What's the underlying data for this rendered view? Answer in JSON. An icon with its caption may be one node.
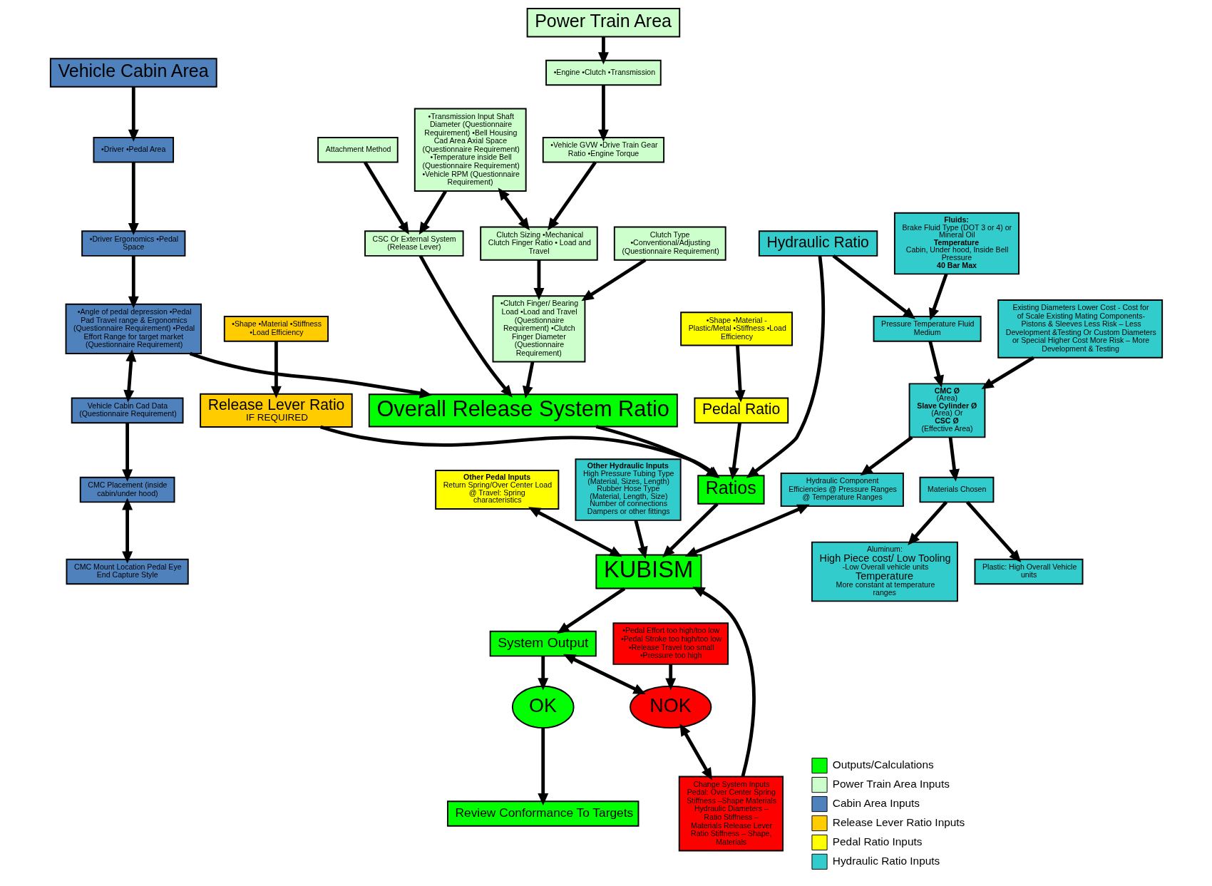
{
  "diagram": {
    "nodes": [
      {
        "text": [
          "Power Train Area"
        ]
      },
      {
        "text": [
          "•Engine •Clutch •Transmission"
        ]
      },
      {
        "text": [
          "•Vehicle GVW •Drive Train Gear Ratio •Engine Torque"
        ]
      },
      {
        "text": [
          "•Transmission Input Shaft Diameter (Questionnaire Requirement) •Bell Housing Cad Area Axial Space (Questionnaire Requirement) •Temperature inside Bell (Questionnaire Requirement) •Vehicle RPM (Questionnaire Requirement)"
        ]
      },
      {
        "text": [
          "Clutch Sizing •Mechanical Clutch Finger Ratio • Load and Travel"
        ]
      },
      {
        "text": [
          "CSC Or External System (Release Lever)"
        ]
      },
      {
        "text": [
          "Attachment Method"
        ]
      },
      {
        "text": [
          "•Clutch Finger/ Bearing Load •Load and Travel (Questionnaire Requirement) •Clutch Finger Diameter (Questionnaire Requirement)"
        ]
      },
      {
        "text": [
          "Clutch Type •Conventional/Adjusting (Questionnaire Requirement)"
        ]
      },
      {
        "text": [
          "Vehicle Cabin Area"
        ]
      },
      {
        "text": [
          "•Driver •Pedal Area"
        ]
      },
      {
        "text": [
          "•Driver Ergonomics •Pedal Space"
        ]
      },
      {
        "text": [
          "•Angle of pedal depression •Pedal Pad Travel range & Ergonomics (Questionnaire Requirement) •Pedal Effort Range for target market (Questionnaire Requirement)"
        ]
      },
      {
        "text": [
          "Vehicle Cabin Cad Data (Questionnaire Requirement)"
        ]
      },
      {
        "text": [
          "CMC Placement (inside cabin/under hood)"
        ]
      },
      {
        "text": [
          "CMC Mount Location Pedal Eye End Capture Style"
        ]
      },
      {
        "text": [
          "Overall Release System Ratio"
        ]
      },
      {
        "text": [
          "Release Lever Ratio",
          "IF REQUIRED"
        ]
      },
      {
        "text": [
          "Pedal Ratio"
        ]
      },
      {
        "text": [
          "Ratios"
        ]
      },
      {
        "text": [
          "Hydraulic Ratio"
        ]
      },
      {
        "text": [
          "Other Pedal Inputs",
          "Return Spring/Over Center Load @ Travel: Spring characteristics"
        ]
      },
      {
        "text": [
          "•Shape •Material •Stiffness •Load Efficiency"
        ]
      },
      {
        "text": [
          "•Shape •Material - Plastic/Metal •Stiffness •Load Efficiency"
        ]
      },
      {
        "text": [
          "KUBISM"
        ]
      },
      {
        "text": [
          "Other Hydraulic Inputs",
          "High Pressure Tubing Type (Material, Sizes, Length) Rubber Hose Type (Material, Length, Size) Number of connections Dampers or other fittings"
        ]
      },
      {
        "text": [
          "Pressure Temperature Fluid Medium"
        ]
      },
      {
        "text": [
          "Fluids:",
          "Brake Fluid Type (DOT 3 or 4) or Mineral Oil",
          "Temperature",
          "Cabin, Under hood, Inside Bell Pressure",
          "40 Bar Max"
        ]
      },
      {
        "text": [
          "Change System Inputs Pedal: Over Center Spring Stiffness –Shape Materials Hydraulic Diameters – Ratio Stiffness – Materials Release Lever Ratio Stiffness – Shape, Materials"
        ]
      },
      {
        "text": [
          "NOK"
        ]
      },
      {
        "text": [
          "System Output"
        ]
      },
      {
        "text": [
          "Hydraulic Component Efficiencies @ Pressure Ranges @ Temperature Ranges"
        ]
      },
      {
        "text": [
          "CMC Ø",
          "(Area)",
          "Slave Cylinder Ø",
          "(Area) Or",
          "CSC Ø",
          "(Effective Area)"
        ]
      },
      {
        "text": [
          "Existing Diameters Lower Cost - Cost for of Scale Existing Mating Components- Pistons & Sleeves Less Risk – Less Development &Testing Or Custom Diameters or Special Higher Cost More Risk – More Development & Testing"
        ]
      },
      {
        "text": [
          "•Pedal Effort too high/too low •Pedal Stroke too high/too low •Release Travel too small •Pressure too high"
        ]
      },
      {
        "text": [
          "OK"
        ]
      },
      {
        "text": [
          "Materials Chosen"
        ]
      },
      {
        "text": [
          "Aluminum:",
          "High Piece cost/ Low Tooling",
          "-Low Overall vehicle units",
          "Temperature",
          "More constant at temperature ranges"
        ]
      },
      {
        "text": [
          "Plastic: High Overall Vehicle units"
        ]
      },
      {
        "text": [
          "Review Conformance To Targets"
        ]
      }
    ],
    "edges": [
      {
        "from": 0,
        "to": 1,
        "arrow": "to"
      },
      {
        "from": 1,
        "to": 2,
        "arrow": "to"
      },
      {
        "from": 2,
        "to": 4,
        "arrow": "to"
      },
      {
        "from": 3,
        "to": 4,
        "arrow": "both"
      },
      {
        "from": 3,
        "to": 5,
        "arrow": "to"
      },
      {
        "from": 6,
        "to": 5,
        "arrow": "to"
      },
      {
        "from": 4,
        "to": 7,
        "arrow": "to"
      },
      {
        "from": 8,
        "to": 7,
        "arrow": "to"
      },
      {
        "from": 5,
        "to": 16,
        "arrow": "to"
      },
      {
        "from": 7,
        "to": 16,
        "arrow": "to"
      },
      {
        "from": 9,
        "to": 10,
        "arrow": "to"
      },
      {
        "from": 10,
        "to": 11,
        "arrow": "to"
      },
      {
        "from": 11,
        "to": 12,
        "arrow": "to"
      },
      {
        "from": 12,
        "to": 13,
        "arrow": "both"
      },
      {
        "from": 13,
        "to": 14,
        "arrow": "to"
      },
      {
        "from": 14,
        "to": 15,
        "arrow": "both"
      },
      {
        "from": 12,
        "to": 16,
        "arrow": "to"
      },
      {
        "from": 16,
        "to": 19,
        "arrow": "to"
      },
      {
        "from": 17,
        "to": 19,
        "arrow": "to"
      },
      {
        "from": 18,
        "to": 19,
        "arrow": "to"
      },
      {
        "from": 20,
        "to": 19,
        "arrow": "to"
      },
      {
        "from": 22,
        "to": 17,
        "arrow": "to"
      },
      {
        "from": 23,
        "to": 18,
        "arrow": "to"
      },
      {
        "from": 19,
        "to": 24,
        "arrow": "to"
      },
      {
        "from": 21,
        "to": 24,
        "arrow": "both"
      },
      {
        "from": 28,
        "to": 24,
        "arrow": "to"
      },
      {
        "from": 25,
        "to": 24,
        "arrow": "to"
      },
      {
        "from": 20,
        "to": 26,
        "arrow": "to"
      },
      {
        "from": 27,
        "to": 26,
        "arrow": "to"
      },
      {
        "from": 26,
        "to": 32,
        "arrow": "to"
      },
      {
        "from": 33,
        "to": 32,
        "arrow": "to"
      },
      {
        "from": 32,
        "to": 31,
        "arrow": "to"
      },
      {
        "from": 31,
        "to": 24,
        "arrow": "both"
      },
      {
        "from": 32,
        "to": 36,
        "arrow": "to"
      },
      {
        "from": 36,
        "to": 37,
        "arrow": "to"
      },
      {
        "from": 36,
        "to": 38,
        "arrow": "to"
      },
      {
        "from": 24,
        "to": 30,
        "arrow": "to"
      },
      {
        "from": 30,
        "to": 29,
        "arrow": "both"
      },
      {
        "from": 29,
        "to": 28,
        "arrow": "both"
      },
      {
        "from": 34,
        "to": 29,
        "arrow": "to"
      },
      {
        "from": 30,
        "to": 35,
        "arrow": "to"
      },
      {
        "from": 35,
        "to": 39,
        "arrow": "to"
      }
    ],
    "legend": [
      {
        "text": "Outputs/Calculations",
        "color": "#00ff00"
      },
      {
        "text": "Power Train Area Inputs",
        "color": "#ccffcc"
      },
      {
        "text": "Cabin Area Inputs",
        "color": "#4f81bd"
      },
      {
        "text": "Release Lever Ratio Inputs",
        "color": "#ffcc00"
      },
      {
        "text": "Pedal Ratio Inputs",
        "color": "#ffff00"
      },
      {
        "text": "Hydraulic Ratio Inputs",
        "color": "#33cccc"
      }
    ]
  }
}
